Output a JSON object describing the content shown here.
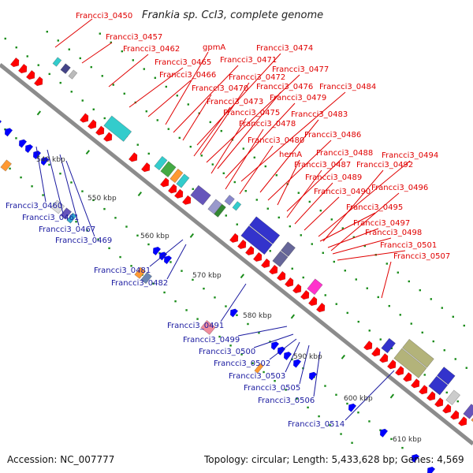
{
  "title": "Frankia sp. CcI3, complete genome",
  "footer": {
    "accession": "Accession: NC_007777",
    "topology": "Topology: circular; Length: 5,433,628 bp; Genes: 4,569"
  },
  "colors": {
    "forward_label": "#e00000",
    "reverse_label": "#1a1aa0",
    "backbone": "#8c8c8c",
    "tick": "#1a8c1a",
    "forward_gene": "#ff0000",
    "reverse_gene": "#0000ff"
  },
  "scale_labels": [
    "540 kbp",
    "550 kbp",
    "560 kbp",
    "570 kbp",
    "580 kbp",
    "590 kbp",
    "600 kbp",
    "610 kbp"
  ],
  "forward_labels": [
    "Francci3_0450",
    "Francci3_0457",
    "Francci3_0462",
    "Francci3_0465",
    "gpmA",
    "Francci3_0466",
    "Francci3_0471",
    "Francci3_0474",
    "Francci3_0470",
    "Francci3_0472",
    "Francci3_0477",
    "Francci3_0473",
    "Francci3_0476",
    "Francci3_0484",
    "Francci3_0479",
    "Francci3_0475",
    "Francci3_0483",
    "Francci3_0478",
    "Francci3_0486",
    "Francci3_0480",
    "hemA",
    "Francci3_0488",
    "Francci3_0494",
    "Francci3_0487",
    "Francci3_0492",
    "Francci3_0489",
    "Francci3_0496",
    "Francci3_0490",
    "Francci3_0495",
    "Francci3_0497",
    "Francci3_0498",
    "Francci3_0501",
    "Francci3_0507"
  ],
  "reverse_labels": [
    "Francci3_0460",
    "Francci3_0461",
    "Francci3_0467",
    "Francci3_0469",
    "Francci3_0481",
    "Francci3_0482",
    "Francci3_0491",
    "Francci3_0499",
    "Francci3_0500",
    "Francci3_0502",
    "Francci3_0503",
    "Francci3_0505",
    "Francci3_0506",
    "Francci3_0514"
  ]
}
